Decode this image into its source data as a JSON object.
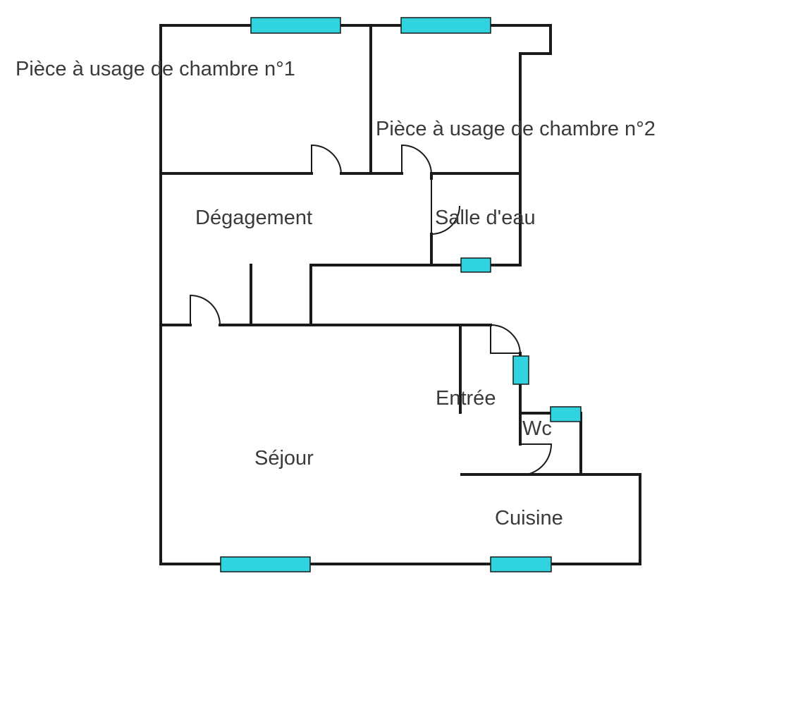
{
  "colors": {
    "background": "#ffffff",
    "wall": "#1a1a1a",
    "window": "#2fd4df",
    "window_outline": "#1a1a1a",
    "label_text": "#3a3a3a"
  },
  "rooms": {
    "chambre1": "Pièce à usage de chambre n°1",
    "chambre2": "Pièce à usage de chambre n°2",
    "degagement": "Dégagement",
    "salle_eau": "Salle d'eau",
    "entree": "Entrée",
    "wc": "Wc",
    "sejour": "Séjour",
    "cuisine": "Cuisine"
  }
}
